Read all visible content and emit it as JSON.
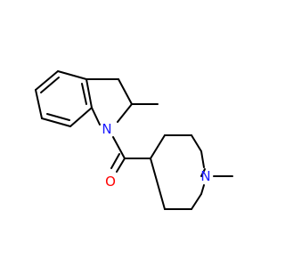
{
  "molecule": {
    "atoms": {
      "indoline_n": {
        "symbol": "N",
        "color": "#1a1aff"
      },
      "carbonyl_o": {
        "symbol": "O",
        "color": "#ff0000"
      },
      "piperidine_n": {
        "symbol": "N",
        "color": "#1a1aff"
      }
    },
    "bond_color": "#000000",
    "background": "#ffffff"
  }
}
